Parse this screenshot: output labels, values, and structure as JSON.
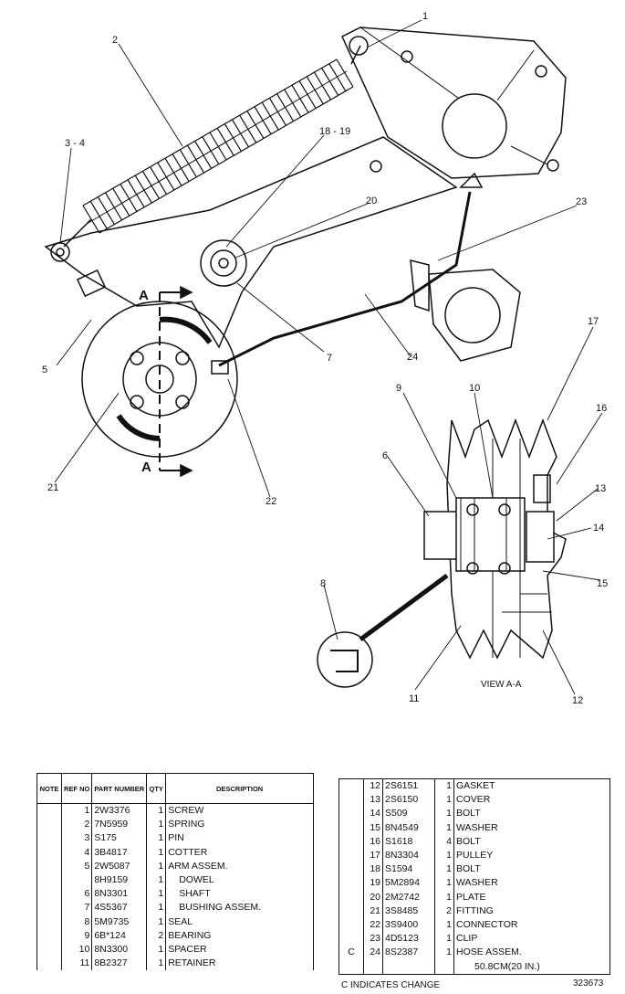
{
  "diagram": {
    "callouts": [
      "1",
      "2",
      "3 - 4",
      "5",
      "7",
      "17",
      "9",
      "10",
      "16",
      "6",
      "13",
      "14",
      "15",
      "8",
      "11",
      "12",
      "18 - 19",
      "20",
      "21",
      "22",
      "23",
      "24"
    ],
    "section_marker": "A",
    "view_label": "VIEW A-A"
  },
  "parts_table": {
    "headers": {
      "note": "NOTE",
      "ref_no": "REF NO",
      "part_number": "PART NUMBER",
      "qty": "QTY",
      "description": "DESCRIPTION"
    },
    "left_rows": [
      {
        "note": "",
        "ref": "1",
        "part": "2W3376",
        "qty": "1",
        "desc": "SCREW",
        "indent": 0
      },
      {
        "note": "",
        "ref": "2",
        "part": "7N5959",
        "qty": "1",
        "desc": "SPRING",
        "indent": 0
      },
      {
        "note": "",
        "ref": "3",
        "part": "S175",
        "qty": "1",
        "desc": "PIN",
        "indent": 0
      },
      {
        "note": "",
        "ref": "4",
        "part": "3B4817",
        "qty": "1",
        "desc": "COTTER",
        "indent": 0
      },
      {
        "note": "",
        "ref": "5",
        "part": "2W5087",
        "qty": "1",
        "desc": "ARM ASSEM.",
        "indent": 0
      },
      {
        "note": "",
        "ref": "",
        "part": "8H9159",
        "qty": "1",
        "desc": "DOWEL",
        "indent": 1
      },
      {
        "note": "",
        "ref": "6",
        "part": "8N3301",
        "qty": "1",
        "desc": "SHAFT",
        "indent": 1
      },
      {
        "note": "",
        "ref": "7",
        "part": "4S5367",
        "qty": "1",
        "desc": "BUSHING ASSEM.",
        "indent": 1
      },
      {
        "note": "",
        "ref": "8",
        "part": "5M9735",
        "qty": "1",
        "desc": "SEAL",
        "indent": 0
      },
      {
        "note": "",
        "ref": "9",
        "part": "6B*124",
        "qty": "2",
        "desc": "BEARING",
        "indent": 0
      },
      {
        "note": "",
        "ref": "10",
        "part": "8N3300",
        "qty": "1",
        "desc": "SPACER",
        "indent": 0
      },
      {
        "note": "",
        "ref": "11",
        "part": "8B2327",
        "qty": "1",
        "desc": "RETAINER",
        "indent": 0
      }
    ],
    "right_rows": [
      {
        "note": "",
        "ref": "12",
        "part": "2S6151",
        "qty": "1",
        "desc": "GASKET"
      },
      {
        "note": "",
        "ref": "13",
        "part": "2S6150",
        "qty": "1",
        "desc": "COVER"
      },
      {
        "note": "",
        "ref": "14",
        "part": "S509",
        "qty": "1",
        "desc": "BOLT"
      },
      {
        "note": "",
        "ref": "15",
        "part": "8N4549",
        "qty": "1",
        "desc": "WASHER"
      },
      {
        "note": "",
        "ref": "16",
        "part": "S1618",
        "qty": "4",
        "desc": "BOLT"
      },
      {
        "note": "",
        "ref": "17",
        "part": "8N3304",
        "qty": "1",
        "desc": "PULLEY"
      },
      {
        "note": "",
        "ref": "18",
        "part": "S1594",
        "qty": "1",
        "desc": "BOLT"
      },
      {
        "note": "",
        "ref": "19",
        "part": "5M2894",
        "qty": "1",
        "desc": "WASHER"
      },
      {
        "note": "",
        "ref": "20",
        "part": "2M2742",
        "qty": "1",
        "desc": "PLATE"
      },
      {
        "note": "",
        "ref": "21",
        "part": "3S8485",
        "qty": "2",
        "desc": "FITTING"
      },
      {
        "note": "",
        "ref": "22",
        "part": "3S9400",
        "qty": "1",
        "desc": "CONNECTOR"
      },
      {
        "note": "",
        "ref": "23",
        "part": "4D5123",
        "qty": "1",
        "desc": "CLIP"
      },
      {
        "note": "C",
        "ref": "24",
        "part": "8S2387",
        "qty": "1",
        "desc": "HOSE ASSEM."
      },
      {
        "note": "",
        "ref": "",
        "part": "",
        "qty": "",
        "desc": "50.8CM(20 IN.)"
      }
    ]
  },
  "footer": {
    "legend": "C   INDICATES  CHANGE",
    "drawing_number": "323673"
  }
}
